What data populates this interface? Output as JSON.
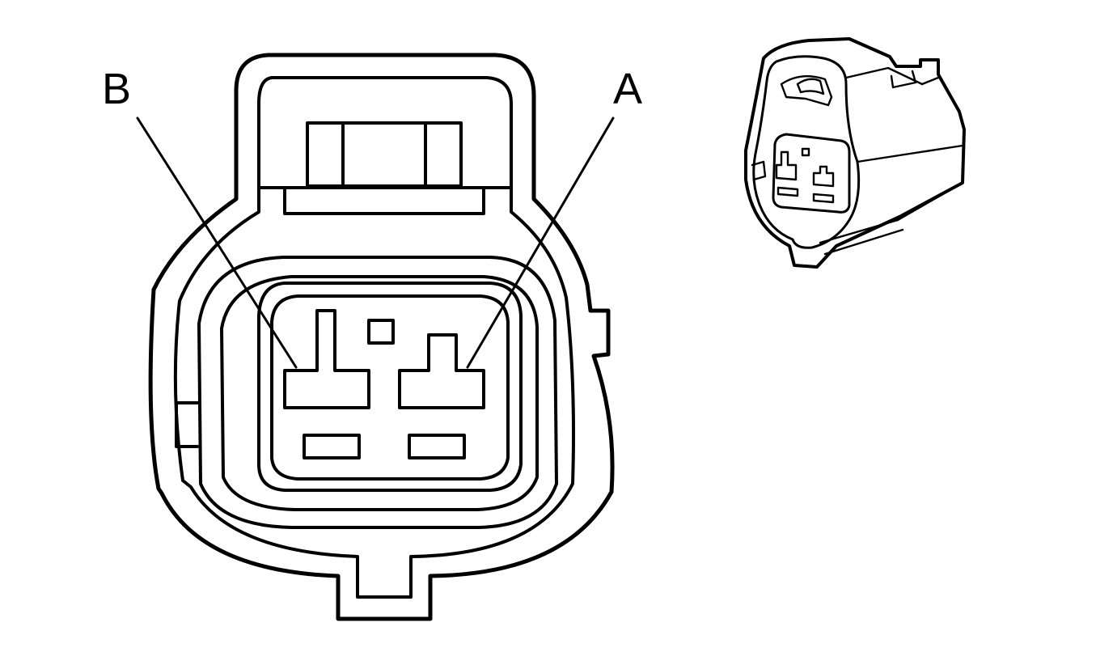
{
  "diagram": {
    "type": "connector-end-view",
    "pins": [
      {
        "id": "B",
        "label": "B"
      },
      {
        "id": "A",
        "label": "A"
      }
    ],
    "colors": {
      "line": "#000000",
      "background": "#ffffff"
    }
  }
}
